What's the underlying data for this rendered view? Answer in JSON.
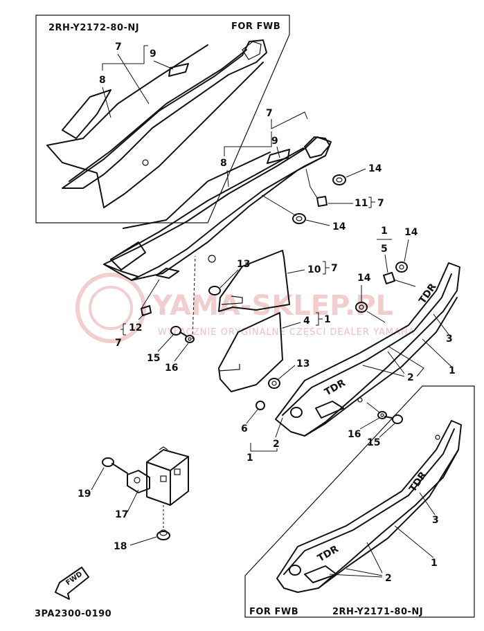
{
  "insets": {
    "top": {
      "part_code": "2RH-Y2172-80-NJ",
      "variant": "FOR FWB"
    },
    "bottom": {
      "part_code": "2RH-Y2171-80-NJ",
      "variant": "FOR FWB"
    }
  },
  "callouts": {
    "c1": "1",
    "c2": "2",
    "c3": "3",
    "c4": "4",
    "c5": "5",
    "c6": "6",
    "c7": "7",
    "c8": "8",
    "c9": "9",
    "c10": "10",
    "c11": "11",
    "c12": "12",
    "c13": "13",
    "c14": "14",
    "c15": "15",
    "c16": "16",
    "c17": "17",
    "c18": "18",
    "c19": "19"
  },
  "decals": {
    "tdr": "TDR"
  },
  "direction_arrow": "FWD",
  "diagram_code": "3PA2300-0190",
  "watermark": {
    "brand": "YAMA-SKLEP.PL",
    "tagline": "WYŁĄCZNIE ORYGINALNE CZĘŚCI DEALER YAMAHA"
  },
  "colors": {
    "ink": "#111111",
    "watermark": "#e9a6a6"
  }
}
